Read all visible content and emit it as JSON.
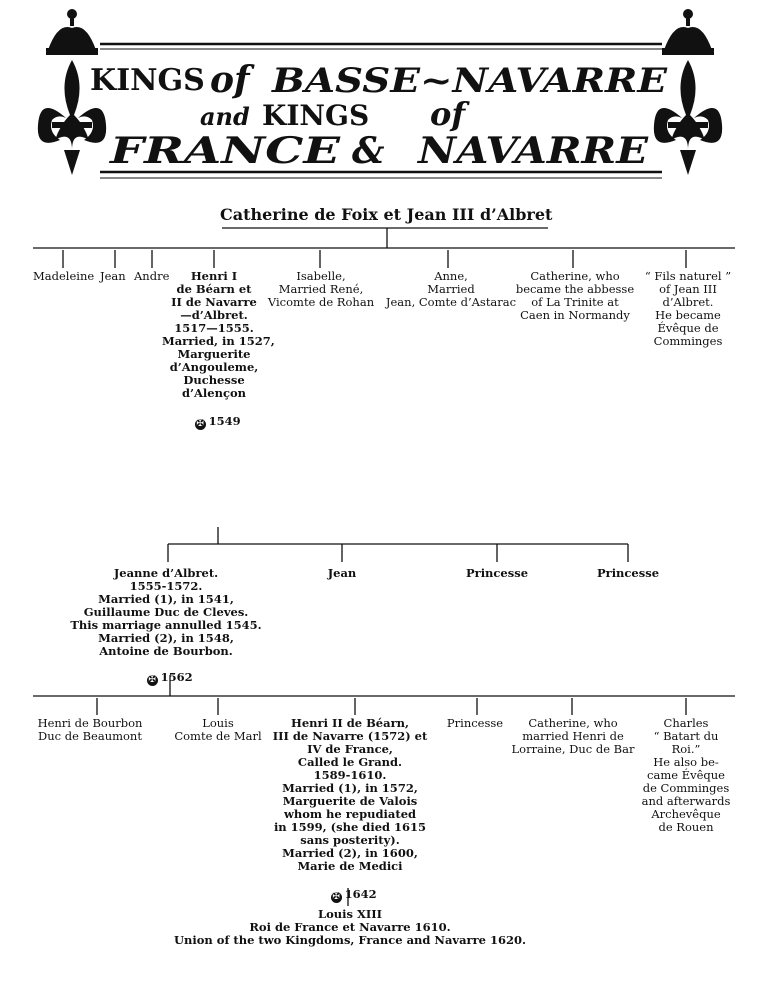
{
  "banner": {
    "line1_a": "KINGS",
    "line1_b": "of",
    "line1_c": "BASSE~NAVARRE",
    "line2_a": "and",
    "line2_b": "KINGS",
    "line2_c": "of",
    "line3_a": "FRANCE",
    "line3_b": "&",
    "line3_c": "NAVARRE"
  },
  "root": "Catherine de Foix et Jean III d’Albret",
  "gen1": [
    "Madeleine",
    "Jean",
    "Andre",
    "Henri I\nde Béarn et\nII de Navarre\n—d’Albret.\n1517—1555.\nMarried, in 1527,\nMarguerite\nd’Angouleme,\nDuchesse\nd’Alençon",
    "Isabelle,\nMarried René,\nVicomte de Rohan",
    "Anne,\nMarried\nJean, Comte d’Astarac",
    "Catherine, who\nbecame the abbesse\nof La Trinite at\nCaen in Normandy",
    "“ Fils naturel ”\nof Jean III\nd’Albret.\nHe became\nÉvêque de\nComminges"
  ],
  "henri_death": "1549",
  "gen2": [
    "Jeanne d’Albret.\n1555-1572.\nMarried (1), in 1541,\nGuillaume Duc de Cleves.\nThis marriage annulled 1545.\nMarried (2), in 1548,\nAntoine de Bourbon.",
    "Jean",
    "Princesse",
    "Princesse"
  ],
  "jeanne_death": "1562",
  "gen3": [
    "Henri de Bourbon\nDuc de Beaumont",
    "Louis\nComte de Marl",
    "Henri II de Béarn,\nIII de Navarre (1572) et\nIV de France,\nCalled le Grand.\n1589-1610.\nMarried (1), in 1572,\nMarguerite de Valois\nwhom he repudiated\nin 1599, (she died 1615\nsans posterity).\nMarried (2), in 1600,\nMarie de Medici",
    "Princesse",
    "Catherine, who\nmarried Henri de\nLorraine, Duc de Bar",
    "Charles\n“ Batart du\nRoi.”\nHe also be-\ncame Évêque\nde Comminges\nand afterwards\nArchevêque\nde Rouen"
  ],
  "henri2_death": "1642",
  "final": "Louis XIII\nRoi de France et Navarre 1610.\nUnion of the two Kingdoms, France and Navarre 1620."
}
